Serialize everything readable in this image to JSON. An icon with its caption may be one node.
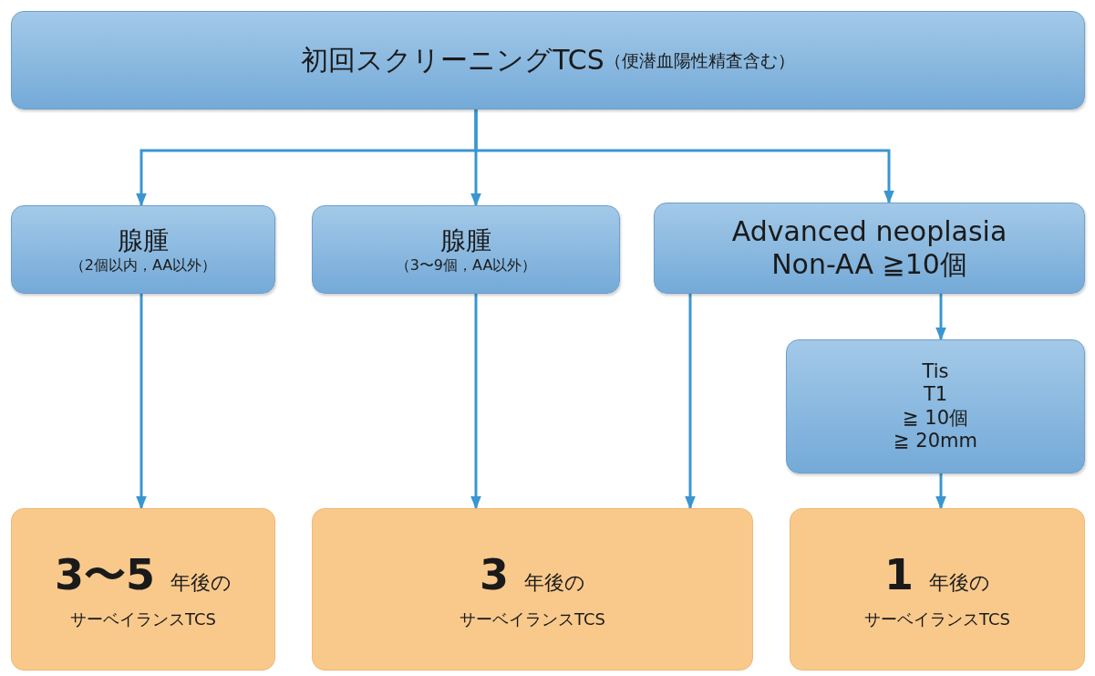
{
  "diagram": {
    "nodes": [
      {
        "text": [
          "初回スクリーニングTCS",
          "（便潜血陽性精査含む）"
        ]
      },
      {
        "text": [
          "腺腫",
          "（2個以内，AA以外）"
        ]
      },
      {
        "text": [
          "腺腫",
          "（3〜9個，AA以外）"
        ]
      },
      {
        "text": [
          "Advanced neoplasia",
          "Non-AA ≧10個"
        ]
      },
      {
        "text": [
          "Tis",
          "T1",
          "≧ 10個",
          "≧ 20mm"
        ]
      },
      {
        "text": [
          "**3〜5** 年後の",
          "サーベイランスTCS"
        ]
      },
      {
        "text": [
          "**3** 年後の",
          "サーベイランスTCS"
        ]
      },
      {
        "text": [
          "**1** 年後の",
          "サーベイランスTCS"
        ]
      }
    ],
    "edges": [
      {
        "from": 0,
        "to": 1,
        "arrow": "to"
      },
      {
        "from": 0,
        "to": 2,
        "arrow": "to"
      },
      {
        "from": 0,
        "to": 3,
        "arrow": "to"
      },
      {
        "from": 1,
        "to": 5,
        "arrow": "to"
      },
      {
        "from": 2,
        "to": 6,
        "arrow": "to"
      },
      {
        "from": 3,
        "to": 6,
        "arrow": "to"
      },
      {
        "from": 3,
        "to": 4,
        "arrow": "to"
      },
      {
        "from": 4,
        "to": 7,
        "arrow": "to"
      }
    ]
  }
}
